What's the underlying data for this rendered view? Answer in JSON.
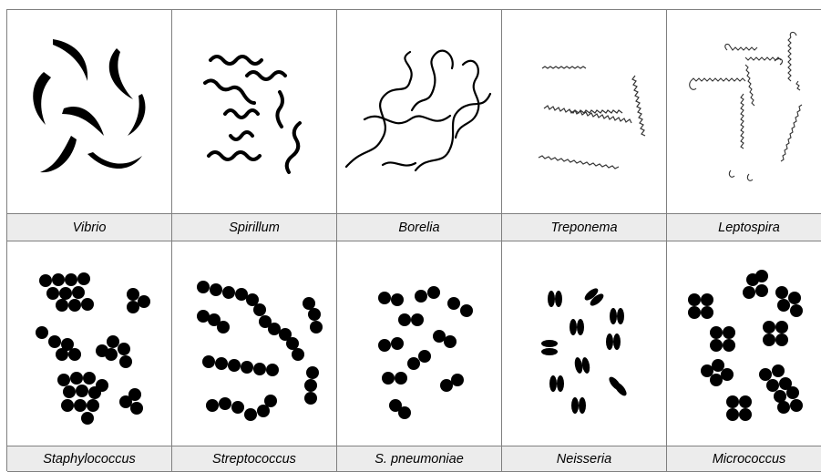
{
  "panels": [
    {
      "label": "Vibrio",
      "icon": "vibrio-icon"
    },
    {
      "label": "Spirillum",
      "icon": "spirillum-icon"
    },
    {
      "label": "Borelia",
      "icon": "borelia-icon"
    },
    {
      "label": "Treponema",
      "icon": "treponema-icon"
    },
    {
      "label": "Leptospira",
      "icon": "leptospira-icon"
    },
    {
      "label": "Staphylococcus",
      "icon": "staphylococcus-icon"
    },
    {
      "label": "Streptococcus",
      "icon": "streptococcus-icon"
    },
    {
      "label": "S. pneumoniae",
      "icon": "s-pneumoniae-icon"
    },
    {
      "label": "Neisseria",
      "icon": "neisseria-icon"
    },
    {
      "label": "Micrococcus",
      "icon": "micrococcus-icon"
    }
  ]
}
